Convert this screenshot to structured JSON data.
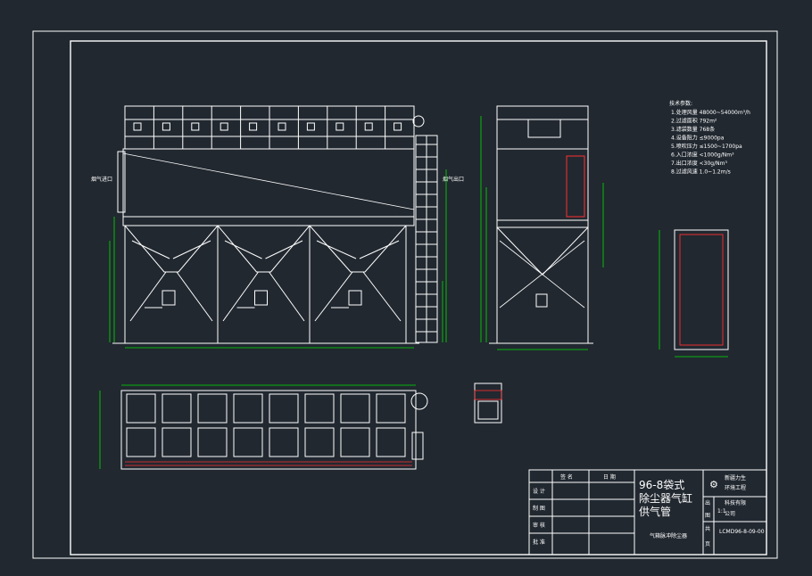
{
  "colors": {
    "background": "#212830",
    "line": "#ffffff",
    "dimension": "#00e000",
    "hatch": "#ff3030"
  },
  "spec": {
    "heading": "技术参数:",
    "items": [
      "1.处理风量 48000~54000m³/h",
      "2.过滤面积 792m²",
      "3.滤袋数量 768条",
      "4.设备阻力 ≤9000pa",
      "5.喷吹压力 ≤1500~1700pa",
      "6.入口浓度 <1000g/Nm³",
      "7.出口浓度 <30g/Nm³",
      "8.过滤风速 1.0~1.2m/s"
    ]
  },
  "notes": {
    "inlet": "烟气进口",
    "outlet": "烟气出口"
  },
  "title_block": {
    "drawing_title": "96-8袋式除尘器气缸供气管",
    "drawing_name": "气箱脉冲除尘器",
    "company_line1": "新疆力生",
    "company_line2": "环境工程",
    "company_line3": "科技有限",
    "company_line4": "公司",
    "scale": "1:1",
    "code": "LCMD96-8-09-00",
    "row_design": "设 计",
    "row_draw": "制 图",
    "row_check": "审 核",
    "row_approve": "批 准",
    "col_sign": "签 名",
    "col_date": "日 期",
    "label_out": "出",
    "label_sheet": "图",
    "label_total": "共",
    "label_page": "页"
  }
}
